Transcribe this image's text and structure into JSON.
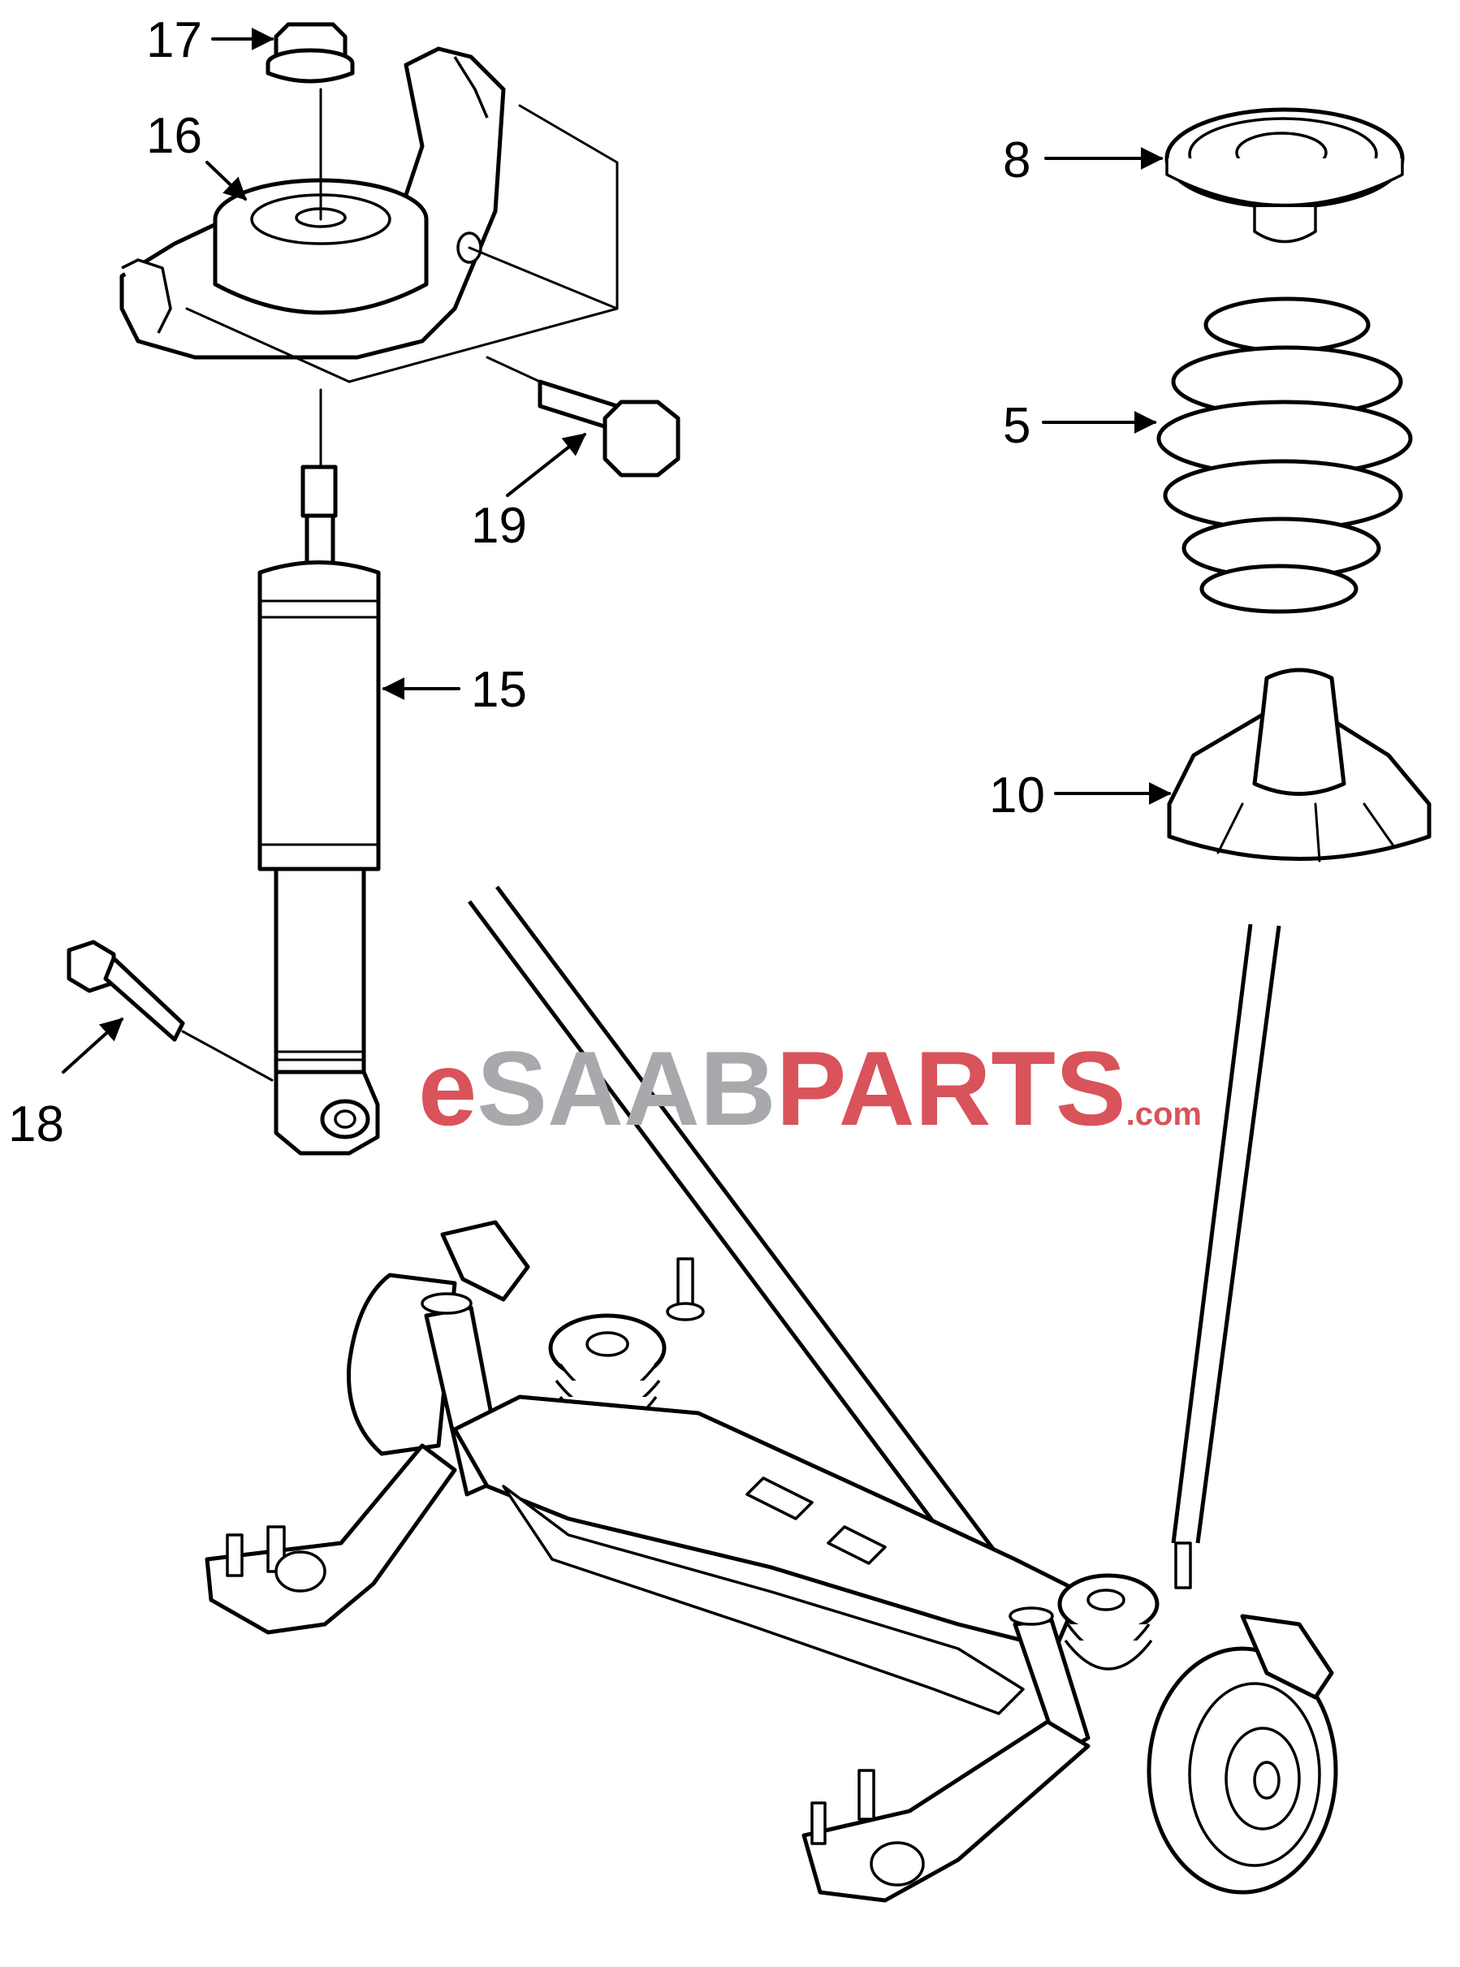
{
  "callouts": {
    "c17": "17",
    "c16": "16",
    "c19": "19",
    "c15": "15",
    "c18": "18",
    "c8": "8",
    "c5": "5",
    "c10": "10"
  },
  "logo": {
    "prefix": "e",
    "middle": "SAAB",
    "suffix": "PARTS",
    "tld": ".com",
    "red": "#d9535b",
    "grey": "#a7a9ac"
  }
}
